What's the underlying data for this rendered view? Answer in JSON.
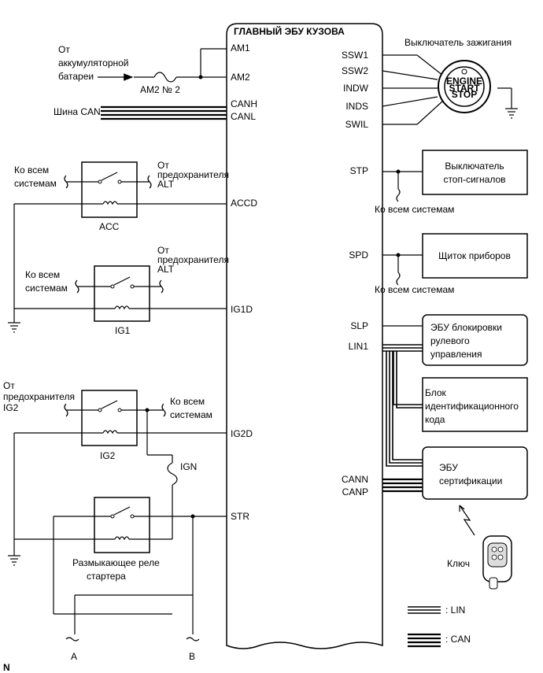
{
  "ecu_title": "ГЛАВНЫЙ ЭБУ КУЗОВА",
  "left_pins": {
    "am1": "AM1",
    "am2": "AM2",
    "canh": "CANH",
    "canl": "CANL",
    "accd": "ACCD",
    "ig1d": "IG1D",
    "ig2d": "IG2D",
    "str": "STR"
  },
  "right_pins": {
    "ssw1": "SSW1",
    "ssw2": "SSW2",
    "indw": "INDW",
    "inds": "INDS",
    "swil": "SWIL",
    "stp": "STP",
    "spd": "SPD",
    "slp": "SLP",
    "lin1": "LIN1",
    "cann": "CANN",
    "canp": "CANP"
  },
  "battery": {
    "l1": "От",
    "l2": "аккумуляторной",
    "l3": "батареи"
  },
  "fuse_am2": "AM2 № 2",
  "can_bus": "Шина CAN",
  "to_all_1": "Ко всем",
  "to_all_2": "системам",
  "from_alt_1": "От",
  "from_alt_2": "предохранителя",
  "from_alt_3": "ALT",
  "from_ig2_1": "От",
  "from_ig2_2": "предохранителя",
  "from_ig2_3": "IG2",
  "relay_acc": "ACC",
  "relay_ig1": "IG1",
  "relay_ig2": "IG2",
  "fuse_ign": "IGN",
  "starter_cut_1": "Размыкающее реле",
  "starter_cut_2": "стартера",
  "conn_a": "A",
  "conn_b": "B",
  "ignition_switch": "Выключатель зажигания",
  "push_button": {
    "l1": "ENGINE",
    "l2": "START",
    "l3": "STOP"
  },
  "stop_switch_1": "Выключатель",
  "stop_switch_2": "стоп-сигналов",
  "to_all_systems": "Ко всем системам",
  "meter": "Щиток приборов",
  "steer_lock_1": "ЭБУ блокировки",
  "steer_lock_2": "рулевого",
  "steer_lock_3": "управления",
  "id_box_1": "Блок",
  "id_box_2": "идентификационного",
  "id_box_3": "кода",
  "cert_1": "ЭБУ",
  "cert_2": "сертификации",
  "key": "Ключ",
  "legend_lin": ": LIN",
  "legend_can": ": CAN",
  "corner_mark": "N"
}
